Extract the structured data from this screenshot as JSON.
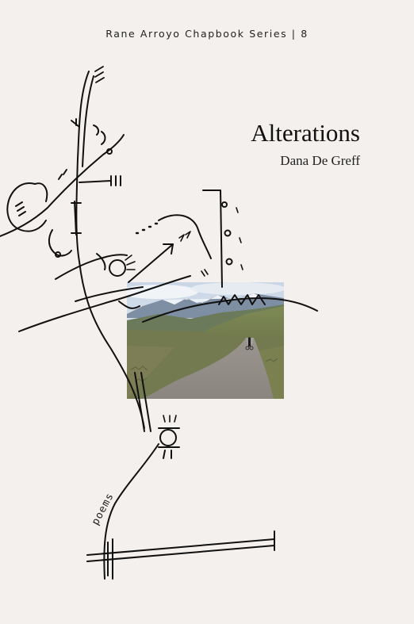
{
  "cover": {
    "series": "Rane Arroyo Chapbook Series | 8",
    "title": "Alterations",
    "author": "Dana De Greff",
    "genre": "poems"
  },
  "colors": {
    "background": "#f3f0ed",
    "ink": "#111111"
  }
}
